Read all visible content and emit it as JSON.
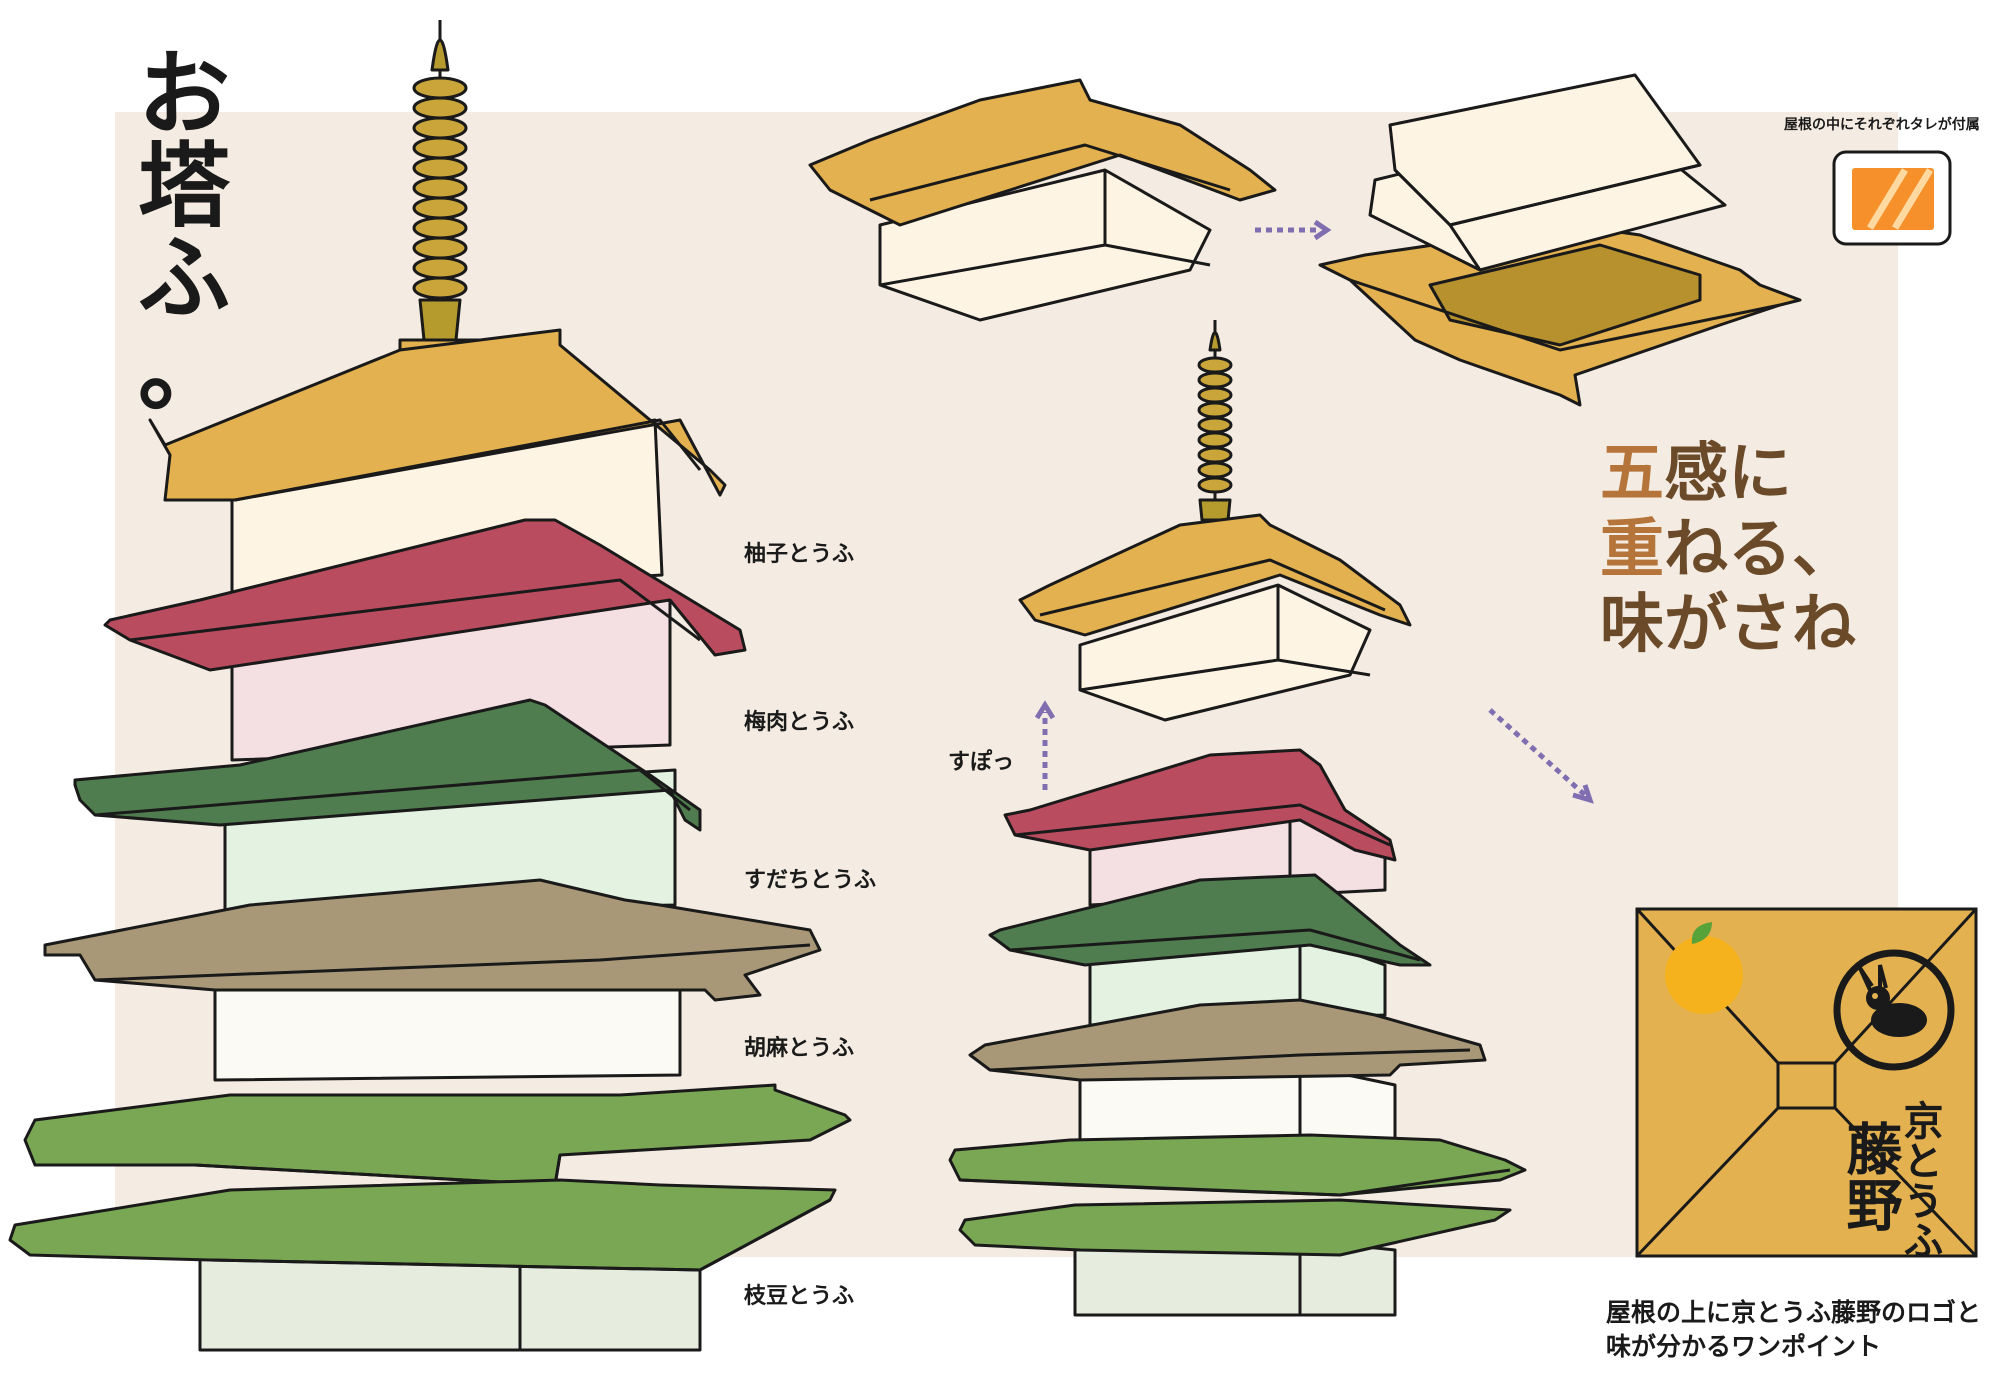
{
  "title": {
    "lines": [
      "お",
      "塔",
      "ふ",
      "。"
    ]
  },
  "layer_labels": [
    "柚子とうふ",
    "梅肉とうふ",
    "すだちとうふ",
    "胡麻とうふ",
    "枝豆とうふ"
  ],
  "tare_note": "屋根の中にそれぞれタレが付属",
  "slogan": {
    "line1_accent": "五",
    "line1_rest": "感に",
    "line2_accent": "重",
    "line2_rest": "ねる、",
    "line3": "味がさね"
  },
  "action_label": "すぽっ",
  "logo": {
    "brand_line1": "京とうふ",
    "brand_line2": "藤野"
  },
  "caption": {
    "line1": "屋根の上に京とうふ藤野のロゴと",
    "line2": "味が分かるワンポイント"
  },
  "colors": {
    "background_panel": "#f4ece2",
    "roof_gold": "#e3b14f",
    "roof_plum": "#b94d5f",
    "roof_green_dark": "#4f7d4f",
    "roof_taupe": "#a89877",
    "roof_green_light": "#7aa754",
    "tofu_cream": "#fdf4e4",
    "tofu_pink": "#f4e0e2",
    "tofu_mint": "#e4f2e2",
    "tofu_white": "#fbfaf4",
    "tofu_sage": "#e6eddf",
    "arrow_purple": "#7f6fb0",
    "slogan_brown": "#6b4a2a",
    "slogan_accent": "#b5743a",
    "yuzu_orange": "#f6b21c"
  },
  "icons": [
    "tare-packet-icon",
    "yuzu-icon",
    "rabbit-crest-icon",
    "finial-icon",
    "arrow-icon"
  ]
}
